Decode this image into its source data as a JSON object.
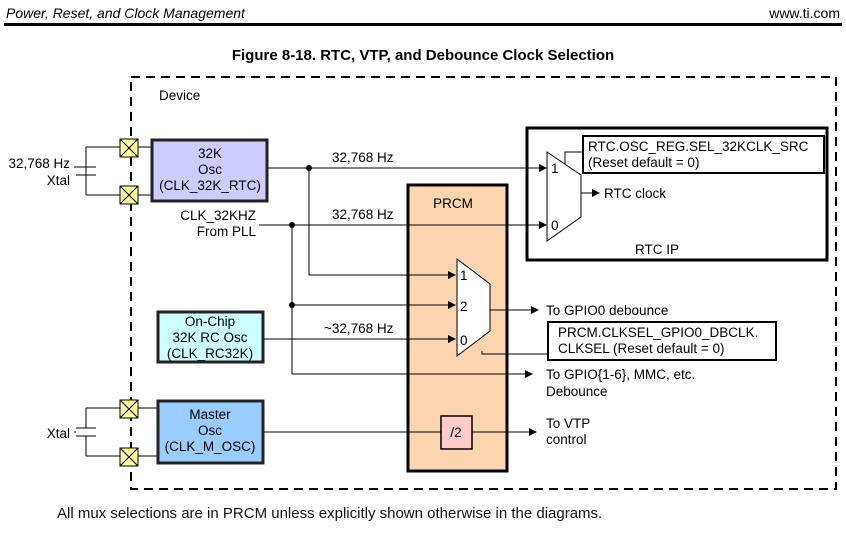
{
  "header": {
    "section": "Power, Reset, and Clock Management",
    "site": "www.ti.com"
  },
  "figure": {
    "title": "Figure 8-18. RTC, VTP, and Debounce Clock Selection",
    "device_label": "Device",
    "footnote": "All mux selections are in PRCM unless explicitly shown otherwise in the diagrams."
  },
  "external": {
    "xtal32_line1": "32,768 Hz",
    "xtal32_line2": "Xtal",
    "xtal_master": "Xtal"
  },
  "blocks": {
    "osc32k": {
      "line1": "32K",
      "line2": "Osc",
      "line3": "(CLK_32K_RTC)",
      "fill": "#ccccff"
    },
    "rc32k": {
      "line1": "On-Chip",
      "line2": "32K RC Osc",
      "line3": "(CLK_RC32K)",
      "fill": "#ccffff"
    },
    "mosc": {
      "line1": "Master",
      "line2": "Osc",
      "line3": "(CLK_M_OSC)",
      "fill": "#99ccff"
    },
    "prcm": {
      "label": "PRCM",
      "fill": "#fcd5b0"
    },
    "div2": {
      "label": "/2",
      "fill": "#ffcccc"
    },
    "rtc_ip": {
      "label": "RTC IP"
    }
  },
  "signals": {
    "osc32_freq": "32,768 Hz",
    "pll_freq": "32,768 Hz",
    "pll_src_line1": "CLK_32KHZ",
    "pll_src_line2": "From PLL",
    "rc_freq": "~32,768 Hz"
  },
  "rtc_mux": {
    "inputs": [
      "1",
      "0"
    ],
    "output": "RTC clock",
    "sel_reg_line1": "RTC.OSC_REG.SEL_32KCLK_SRC",
    "sel_reg_line2": "(Reset default = 0)"
  },
  "gpio_mux": {
    "inputs": [
      "1",
      "2",
      "0"
    ],
    "sel_reg_line1": "PRCM.CLKSEL_GPIO0_DBCLK.",
    "sel_reg_line2": "CLKSEL (Reset default = 0)"
  },
  "outputs": {
    "gpio0": "To GPIO0 debounce",
    "gpio16_line1": "To GPIO{1-6}, MMC, etc.",
    "gpio16_line2": "Debounce",
    "vtp_line1": "To VTP",
    "vtp_line2": "control"
  },
  "pad_color": "#ffff99"
}
